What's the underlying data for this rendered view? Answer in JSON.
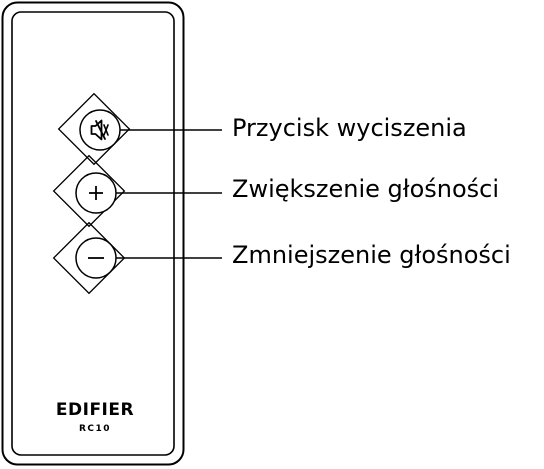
{
  "remote": {
    "brand": "EDIFIER",
    "model": "RC10"
  },
  "callouts": {
    "mute": "Przycisk wyciszenia",
    "volume_up": "Zwiększenie głośności",
    "volume_down": "Zmniejszenie głośności"
  },
  "icons": {
    "mute": "speaker-muted-icon",
    "volume_up": "plus-icon",
    "volume_down": "minus-icon"
  },
  "colors": {
    "line": "#000000",
    "background": "#ffffff"
  }
}
